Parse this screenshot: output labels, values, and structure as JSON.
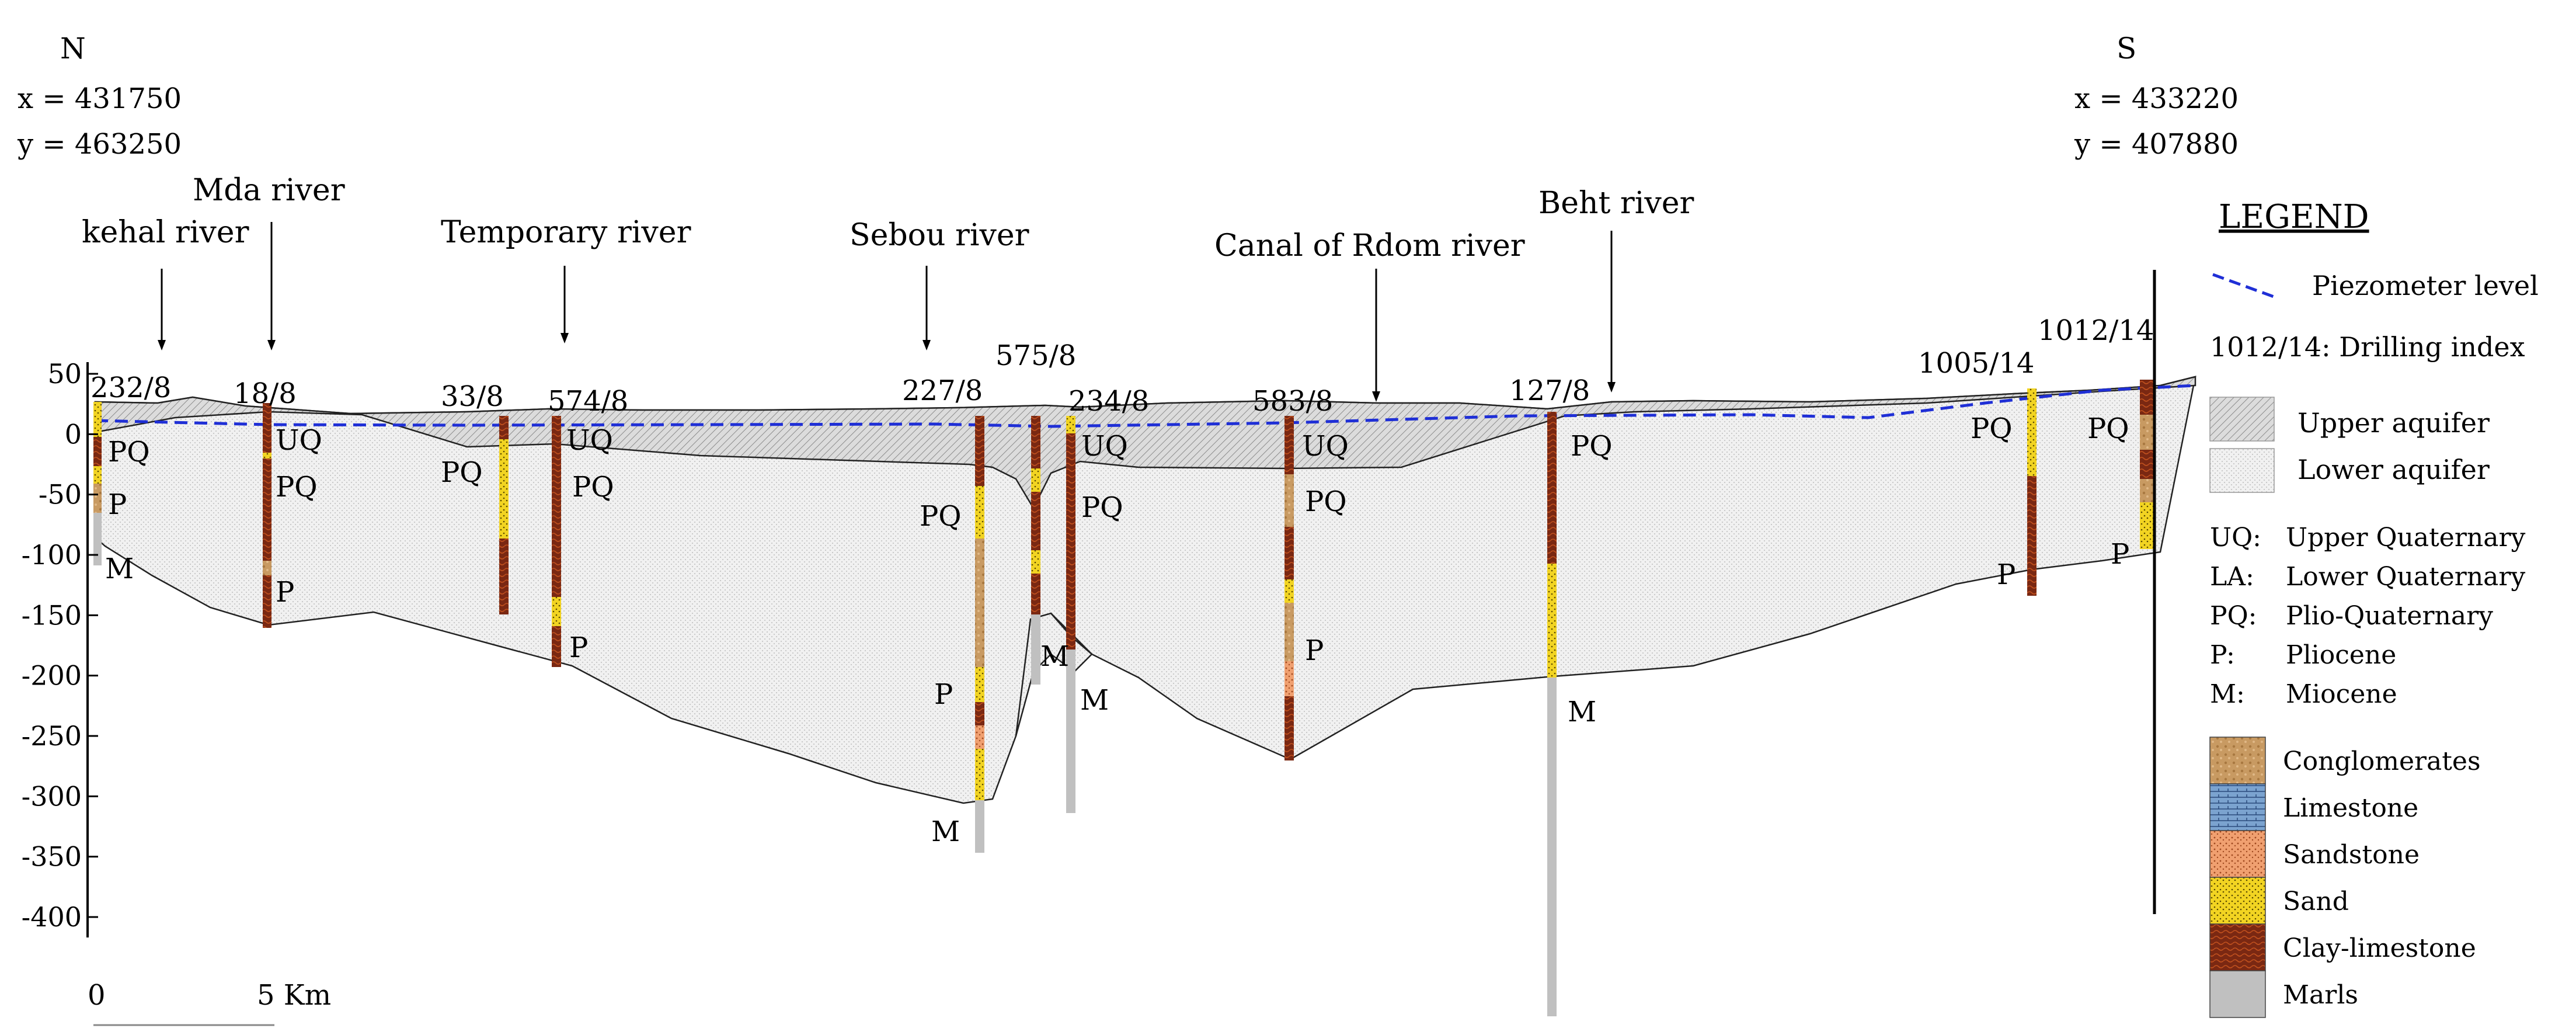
{
  "header": {
    "north": {
      "dir": "N",
      "x": "x = 431750",
      "y": "y = 463250"
    },
    "south": {
      "dir": "S",
      "x": "x = 433220",
      "y": "y = 407880"
    }
  },
  "rivers": [
    {
      "id": "kehal",
      "label": "kehal river"
    },
    {
      "id": "mda",
      "label": "Mda river"
    },
    {
      "id": "temporary",
      "label": "Temporary river"
    },
    {
      "id": "sebou",
      "label": "Sebou river"
    },
    {
      "id": "rdom",
      "label": "Canal of  Rdom river"
    },
    {
      "id": "beht",
      "label": "Beht river"
    }
  ],
  "y_axis": {
    "ticks": [
      50,
      0,
      -50,
      -100,
      -150,
      -200,
      -250,
      -300,
      -350,
      -400
    ],
    "labels": [
      "50",
      "0",
      "-50",
      "-100",
      "-150",
      "-200",
      "-250",
      "-300",
      "-350",
      "-400"
    ],
    "range": [
      -420,
      65
    ]
  },
  "scale_bar": {
    "start": "0",
    "end": "5 Km"
  },
  "wells": [
    {
      "index": "232/8",
      "units": [
        "PQ",
        "P",
        "M"
      ]
    },
    {
      "index": "18/8",
      "units": [
        "UQ",
        "PQ",
        "P"
      ]
    },
    {
      "index": "33/8",
      "units": [
        "PQ"
      ]
    },
    {
      "index": "574/8",
      "units": [
        "UQ",
        "PQ",
        "P"
      ]
    },
    {
      "index": "227/8",
      "units": [
        "PQ",
        "P",
        "M"
      ]
    },
    {
      "index": "575/8",
      "units": [
        "M"
      ]
    },
    {
      "index": "234/8",
      "units": [
        "UQ",
        "PQ",
        "M"
      ]
    },
    {
      "index": "583/8",
      "units": [
        "UQ",
        "PQ",
        "P"
      ]
    },
    {
      "index": "127/8",
      "units": [
        "PQ",
        "M"
      ]
    },
    {
      "index": "1005/14",
      "units": [
        "PQ",
        "P"
      ]
    },
    {
      "index": "1012/14",
      "units": [
        "PQ",
        "P"
      ]
    }
  ],
  "legend": {
    "title": "LEGEND",
    "piezometer": "Piezometer level",
    "drilling_index": "1012/14:  Drilling index",
    "upper_aquifer": "Upper aquifer",
    "lower_aquifer": "Lower aquifer",
    "units": [
      {
        "code": "UQ:",
        "name": "Upper Quaternary"
      },
      {
        "code": "LA:",
        "name": "Lower Quaternary"
      },
      {
        "code": "PQ:",
        "name": "Plio-Quaternary"
      },
      {
        "code": "P:",
        "name": "Pliocene"
      },
      {
        "code": "M:",
        "name": "Miocene"
      }
    ],
    "lithology": [
      {
        "name": "Conglomerates",
        "color": "#c89a62"
      },
      {
        "name": "Limestone",
        "color": "#7ba3cf"
      },
      {
        "name": "Sandstone",
        "color": "#f0a070"
      },
      {
        "name": "Sand",
        "color": "#f2d422"
      },
      {
        "name": "Clay-limestone",
        "color": "#7a2812"
      },
      {
        "name": "Marls",
        "color": "#c0c0c0"
      }
    ]
  },
  "colors": {
    "piezometer": "#1f2fd6",
    "upper_aquifer_fill": "#d6d6d6",
    "lower_aquifer_fill": "#eeeeee",
    "clay": "#7a2812",
    "sand": "#f2d422",
    "conglomerate": "#c89a62",
    "sandstone": "#f0a070",
    "marl": "#c0c0c0"
  }
}
